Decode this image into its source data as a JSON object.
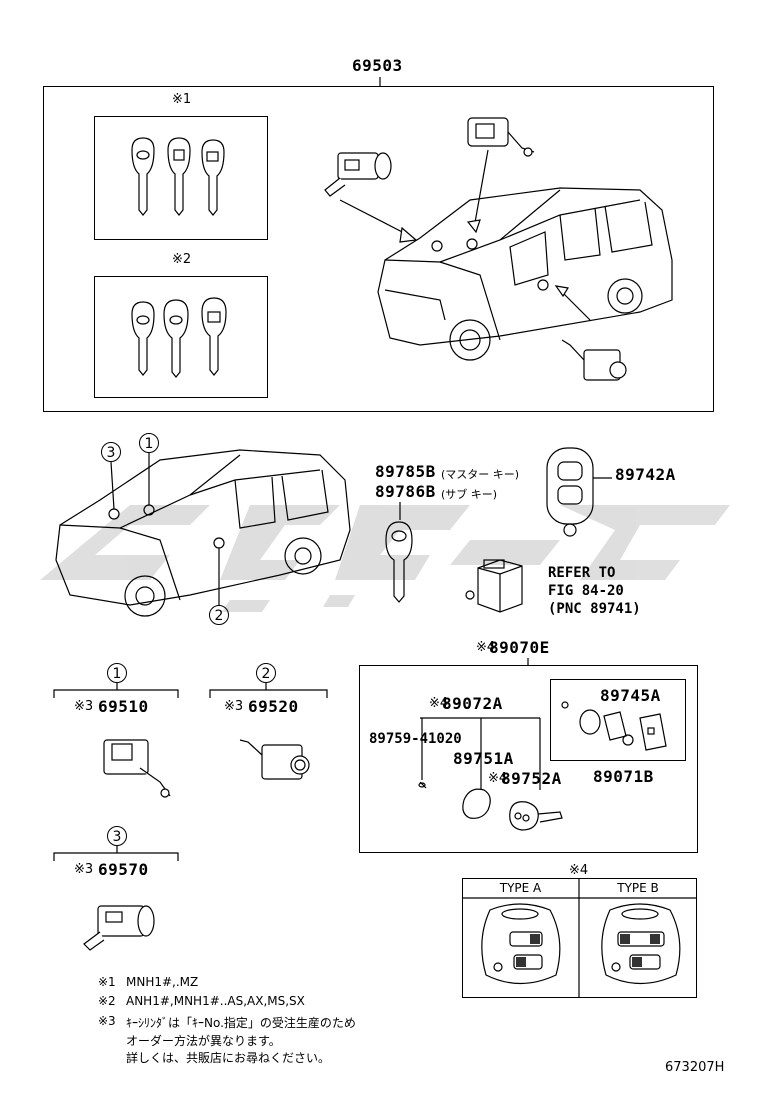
{
  "top_group": {
    "part_no": "69503"
  },
  "key_sets": [
    {
      "mark": "※1"
    },
    {
      "mark": "※2"
    }
  ],
  "locations": [
    "3",
    "1",
    "2"
  ],
  "master_key": {
    "line1": "89785B",
    "line1_note": "(マスター キー)",
    "line2": "89786B",
    "line2_note": "(サブ キー)"
  },
  "remote": {
    "part_no": "89742A"
  },
  "refer": {
    "line1": "REFER TO",
    "line2": "FIG 84-20",
    "line3": "(PNC 89741)"
  },
  "cylinders": [
    {
      "circle": "1",
      "mark": "※3",
      "part_no": "69510"
    },
    {
      "circle": "2",
      "mark": "※3",
      "part_no": "69520"
    },
    {
      "circle": "3",
      "mark": "※3",
      "part_no": "69570"
    }
  ],
  "transmitter_kit": {
    "mark": "※4",
    "part_no": "89070E",
    "sub_mark": "※4",
    "sub_part": "89072A",
    "screw": "89759-41020",
    "cover": "89751A",
    "key_mark": "※4",
    "key_part": "89752A",
    "battery": "89745A",
    "case": "89071B"
  },
  "types": {
    "mark": "※4",
    "type_a": "TYPE A",
    "type_b": "TYPE B"
  },
  "notes": [
    {
      "mark": "※1",
      "text": "MNH1#,.MZ"
    },
    {
      "mark": "※2",
      "text": "ANH1#,MNH1#..AS,AX,MS,SX"
    },
    {
      "mark": "※3",
      "text": "ｷｰｼﾘﾝﾀﾞは「ｷｰNo.指定」の受注生産のため"
    },
    {
      "mark": "",
      "text": "オーダー方法が異なります。"
    },
    {
      "mark": "",
      "text": "詳しくは、共販店にお尋ねください。"
    }
  ],
  "figure_no": "673207H"
}
